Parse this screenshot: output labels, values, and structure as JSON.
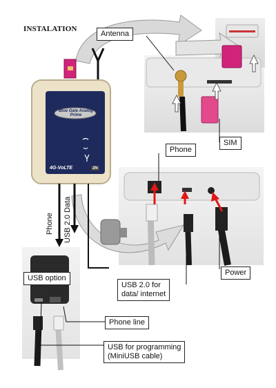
{
  "title": "INSTALATION",
  "labels": {
    "antenna": "Antenna",
    "sim": "SIM",
    "phone": "Phone",
    "power": "Power",
    "usb_data_line1": "USB 2.0 for",
    "usb_data_line2": "data/ internet",
    "usb_option": "USB option",
    "phone_line": "Phone line",
    "usb_prog_line1": "USB for programming",
    "usb_prog_line2": "(MiniUSB cable)",
    "cable_phone": "Phone",
    "cable_usb": "USB 2.0 Data"
  },
  "device": {
    "panel_line1": "Blue Gate Analog",
    "panel_line2": "Prime",
    "badge": "4G-VoLTE",
    "brand": "2N"
  },
  "colors": {
    "device_body": "#ece2c8",
    "device_panel": "#1f2a5c",
    "arrow_red": "#e01818",
    "sim_magenta": "#d2237a",
    "curve_gray": "#d8d8d8"
  }
}
